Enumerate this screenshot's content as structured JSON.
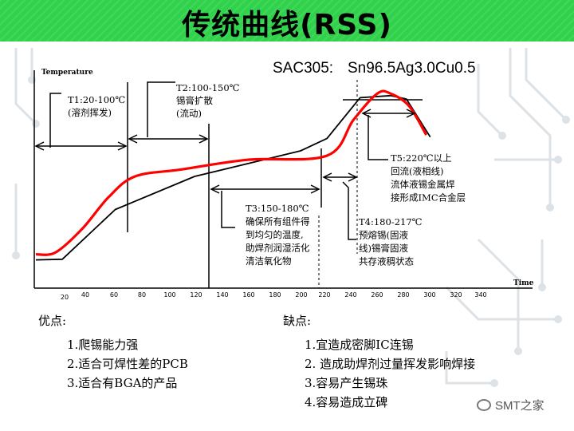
{
  "title": "传统曲线(RSS)",
  "alloy": {
    "name": "SAC305:",
    "composition": "Sn96.5Ag3.0Cu0.5"
  },
  "chart_data": {
    "type": "line",
    "ylabel": "Temperature",
    "xlabel": "Time",
    "x_ticks": [
      "20",
      "40",
      "60",
      "80",
      "100",
      "120",
      "140",
      "160",
      "180",
      "200",
      "220",
      "240",
      "260",
      "280",
      "300",
      "320",
      "340"
    ],
    "series": [
      {
        "color": "#000000",
        "points": [
          [
            0,
            27
          ],
          [
            20,
            28
          ],
          [
            60,
            100
          ],
          [
            120,
            148
          ],
          [
            200,
            185
          ],
          [
            220,
            203
          ],
          [
            245,
            262
          ],
          [
            268,
            265
          ],
          [
            280,
            260
          ],
          [
            298,
            205
          ]
        ]
      },
      {
        "color": "#ff0000",
        "points": [
          [
            0,
            35
          ],
          [
            15,
            38
          ],
          [
            35,
            72
          ],
          [
            55,
            118
          ],
          [
            75,
            148
          ],
          [
            110,
            158
          ],
          [
            160,
            172
          ],
          [
            220,
            178
          ],
          [
            240,
            230
          ],
          [
            258,
            268
          ],
          [
            268,
            268
          ],
          [
            282,
            250
          ],
          [
            295,
            208
          ]
        ]
      }
    ],
    "zones": [
      {
        "name": "T1",
        "lines": [
          "T1:20-100℃",
          "(溶剂挥发)"
        ]
      },
      {
        "name": "T2",
        "lines": [
          "T2:100-150℃",
          "锡膏扩散",
          "(流动)"
        ]
      },
      {
        "name": "T3",
        "lines": [
          "T3:150-180℃",
          "确保所有组件得",
          "到均匀的温度,",
          "助焊剂润湿活化",
          "清洁氧化物"
        ]
      },
      {
        "name": "T4",
        "lines": [
          "T4:180-217℃",
          "预熔锡(固液",
          "线)锡膏固液",
          "共存液稠状态"
        ]
      },
      {
        "name": "T5",
        "lines": [
          "T5:220℃以上",
          "回流(液相线)",
          "流体液锡金属焊",
          "接形成IMC合金层"
        ]
      }
    ]
  },
  "advantages": {
    "heading": "优点:",
    "items": [
      "1.爬锡能力强",
      "2.适合可焊性差的PCB",
      "3.适合有BGA的产品"
    ]
  },
  "disadvantages": {
    "heading": "缺点:",
    "items": [
      "1.宜造成密脚IC连锡",
      "2. 造成助焊剂过量挥发影响焊接",
      "3.容易产生锡珠",
      "4.容易造成立碑"
    ]
  },
  "watermark": "SMT之家",
  "colors": {
    "banner": "#2fd24a",
    "profile_red": "#ff0000",
    "profile_black": "#000000"
  }
}
